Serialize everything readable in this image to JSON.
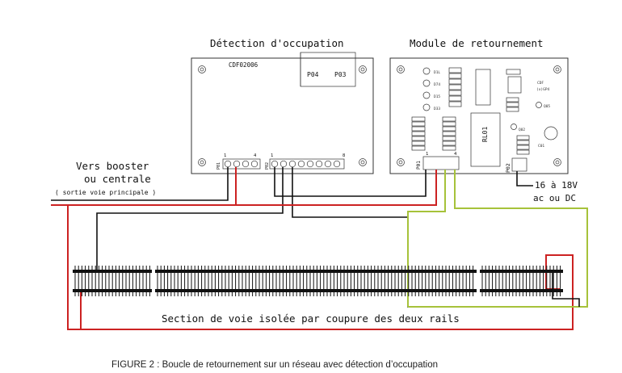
{
  "labels": {
    "detection_title": "Détection d'occupation",
    "module_title": "Module de retournement",
    "cdf_board": "CDF02006",
    "p04": "P04",
    "p03": "P03",
    "pin_1a": "1",
    "pin_4": "4",
    "pin_1b": "1",
    "pin_8": "8",
    "p01_left_a": "P01",
    "p01_left_b": "P02",
    "p01_module": "P01",
    "pin_mod_1": "1",
    "pin_mod_4": "4",
    "rl01": "RL01",
    "p02": "P02",
    "cdf_small": "CDF",
    "cdf_small_sub": "(x)GP4",
    "d01": "D1L",
    "d04": "D74",
    "d05": "D15",
    "d03": "D33",
    "q05": "Q05",
    "q02": "Q02",
    "c01": "C01",
    "vers_booster_1": "Vers booster",
    "vers_booster_2": "ou centrale",
    "sortie_voie": "( sortie voie principale )",
    "supply_1": "16 à 18V",
    "supply_2": "ac ou DC",
    "section_label": "Section de voie isolée par coupure des deux rails",
    "caption": "FIGURE 2 : Boucle de retournement sur un réseau avec détection d’occupation"
  },
  "colors": {
    "wire_black": "#111111",
    "wire_red": "#cc2222",
    "wire_green": "#a6c23a"
  }
}
